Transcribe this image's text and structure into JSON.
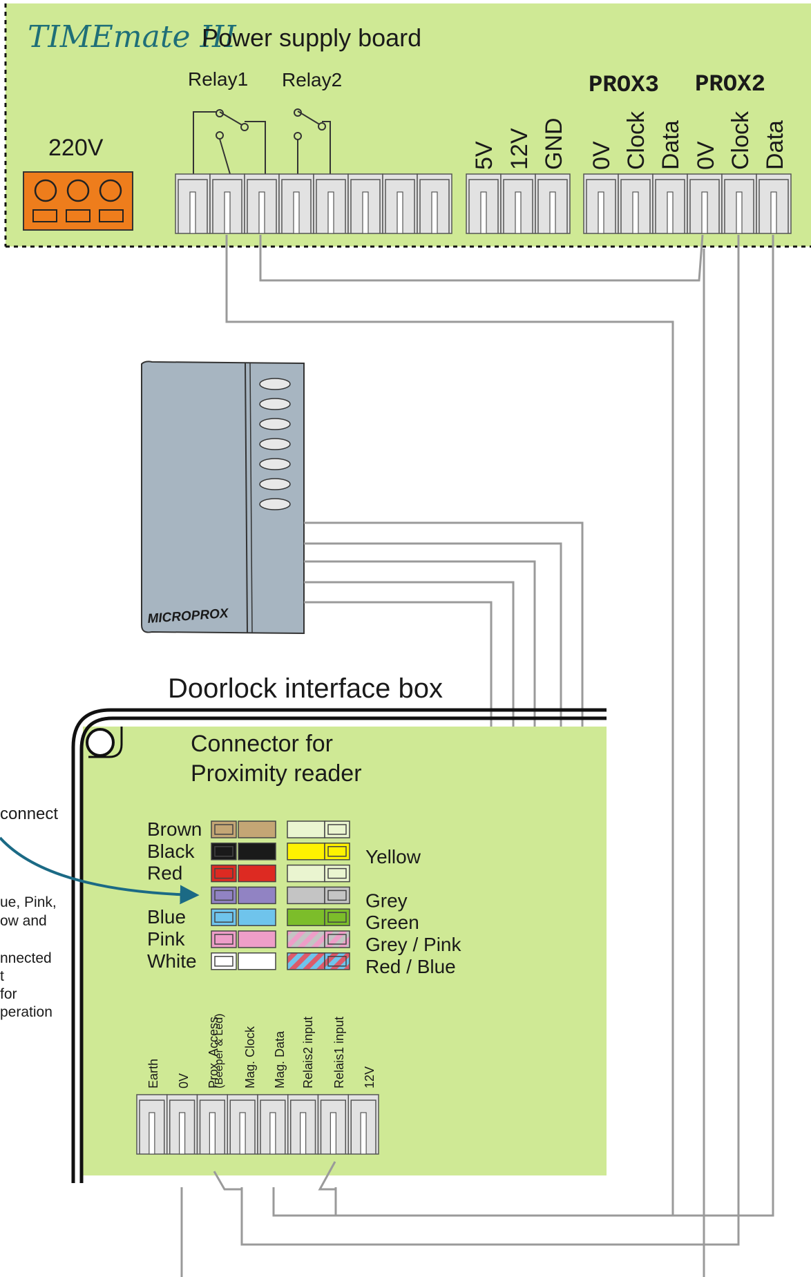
{
  "board": {
    "logo": "TIMEmate III",
    "title": "Power supply board",
    "mains_label": "220V",
    "relay1_label": "Relay1",
    "relay2_label": "Relay2",
    "prox3_label": "PROX3",
    "prox2_label": "PROX2",
    "power_terminals": [
      "5V",
      "12V",
      "GND"
    ],
    "prox_terminals": [
      "0V",
      "Clock",
      "Data",
      "0V",
      "Clock",
      "Data"
    ],
    "colors": {
      "board": "#cfe995",
      "mains_connector": "#ee7d1c",
      "wire": "#9a9a9a"
    }
  },
  "reader": {
    "brand": "MICROPROX",
    "led_count": 7,
    "color": "#a7b5c1"
  },
  "interface_box": {
    "title": "Doorlock interface box",
    "connector_title_line1": "Connector for",
    "connector_title_line2": "Proximity reader",
    "left_wires": [
      {
        "label": "Brown",
        "color": "#c4a675"
      },
      {
        "label": "Black",
        "color": "#1a1a1a"
      },
      {
        "label": "Red",
        "color": "#dd2a22"
      },
      {
        "label": "",
        "color": "#9183c3"
      },
      {
        "label": "Blue",
        "color": "#6fc4ec"
      },
      {
        "label": "Pink",
        "color": "#ee9ec8"
      },
      {
        "label": "White",
        "color": "#ffffff"
      }
    ],
    "right_wires": [
      {
        "label": "",
        "color": "#eaf5d0"
      },
      {
        "label": "Yellow",
        "color": "#fff200"
      },
      {
        "label": "",
        "color": "#eaf5d0"
      },
      {
        "label": "Grey",
        "color": "#c4c4c4"
      },
      {
        "label": "Green",
        "color": "#7cbd2a"
      },
      {
        "label": "Grey / Pink",
        "color": "stripe-grey-pink"
      },
      {
        "label": "Red / Blue",
        "color": "stripe-red-blue"
      }
    ],
    "bottom_terminals": [
      "Earth",
      "0V",
      "Prox. Access",
      "Mag. Clock",
      "Mag. Data",
      "Relais2 input",
      "Relais1 input",
      "12V"
    ],
    "prox_access_sub": "(Beeper & Led)"
  },
  "side_note": {
    "lines": [
      "connect",
      "",
      "",
      "ue, Pink,",
      "ow and",
      "",
      "nnected",
      "t",
      " for",
      "peration"
    ]
  }
}
